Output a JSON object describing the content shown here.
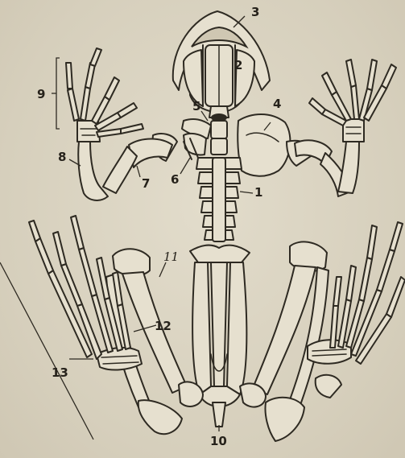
{
  "labels": {
    "l1": "1",
    "l2": "2",
    "l3": "3",
    "l4": "4",
    "l5": "5",
    "l6": "6",
    "l7": "7",
    "l8": "8",
    "l9": "9",
    "l10": "10",
    "l11": "11",
    "l12": "12",
    "l13": "13"
  },
  "colors": {
    "paper": "#d9d3c1",
    "bone": "#e6e0cf",
    "ink": "#2e2a22"
  }
}
